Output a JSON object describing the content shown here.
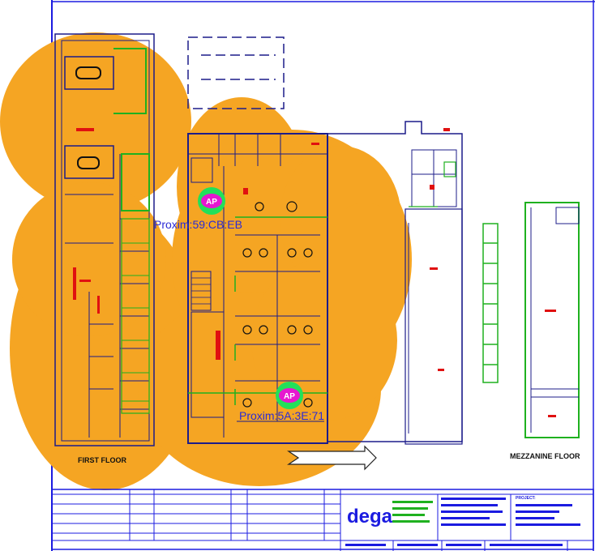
{
  "floor_labels": {
    "first": "FIRST FLOOR",
    "mezzanine": "MEZZANINE FLOOR"
  },
  "access_points": [
    {
      "badge": "AP",
      "label": "Proxim:59:CB:EB",
      "badge_color": "#e617d0",
      "ring_color": "#22e05a"
    },
    {
      "badge": "AP",
      "label": "Proxim:5A:3E:71",
      "badge_color": "#e617d0",
      "ring_color": "#22e05a"
    }
  ],
  "title_block": {
    "logo": "dega",
    "project_heading": "PROJECT:"
  },
  "colors": {
    "coverage": "#f5a523",
    "walls": "#1c1c8a",
    "walls_green": "#1fb11f",
    "accent_red": "#e01010",
    "sheet_border": "#1b1be0"
  }
}
